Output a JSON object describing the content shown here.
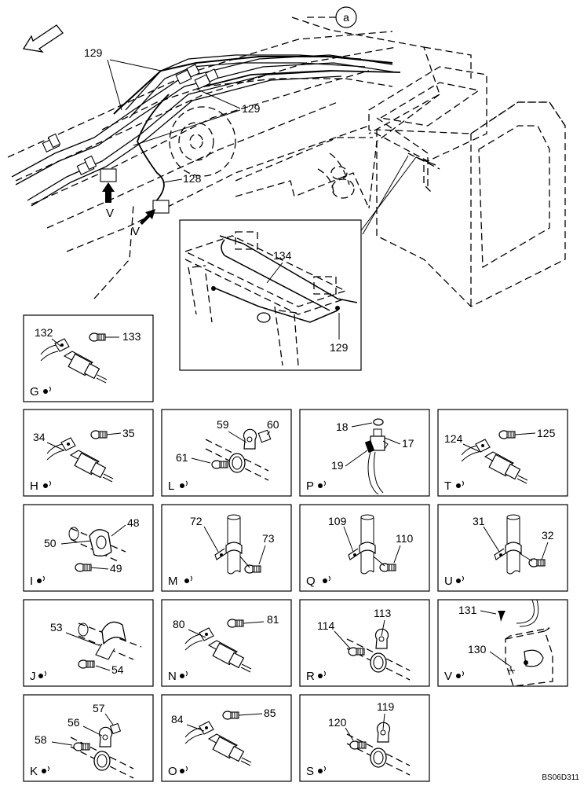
{
  "callout_a": "a",
  "top": {
    "labels": {
      "p129_left": "129",
      "p129_right": "129",
      "p128": "128",
      "view_v1": "V",
      "view_v2": "V",
      "p134": "134",
      "p129_inset": "129"
    }
  },
  "panels": {
    "G": {
      "caption": "G",
      "parts": [
        "132",
        "133"
      ]
    },
    "H": {
      "caption": "H",
      "parts": [
        "34",
        "35"
      ]
    },
    "L": {
      "caption": "L",
      "parts": [
        "59",
        "60",
        "61"
      ]
    },
    "P": {
      "caption": "P",
      "parts": [
        "18",
        "17",
        "19"
      ]
    },
    "T": {
      "caption": "T",
      "parts": [
        "124",
        "125"
      ]
    },
    "I": {
      "caption": "I",
      "parts": [
        "48",
        "50",
        "49"
      ]
    },
    "M": {
      "caption": "M",
      "parts": [
        "72",
        "73"
      ]
    },
    "Q": {
      "caption": "Q",
      "parts": [
        "109",
        "110"
      ]
    },
    "U": {
      "caption": "U",
      "parts": [
        "31",
        "32"
      ]
    },
    "J": {
      "caption": "J",
      "parts": [
        "53",
        "54"
      ]
    },
    "N": {
      "caption": "N",
      "parts": [
        "80",
        "81"
      ]
    },
    "R": {
      "caption": "R",
      "parts": [
        "113",
        "114"
      ]
    },
    "V": {
      "caption": "V",
      "parts": [
        "131",
        "130"
      ]
    },
    "K": {
      "caption": "K",
      "parts": [
        "57",
        "56",
        "58"
      ]
    },
    "O": {
      "caption": "O",
      "parts": [
        "84",
        "85"
      ]
    },
    "S": {
      "caption": "S",
      "parts": [
        "119",
        "120"
      ]
    }
  },
  "drawing_code": "BS06D311"
}
